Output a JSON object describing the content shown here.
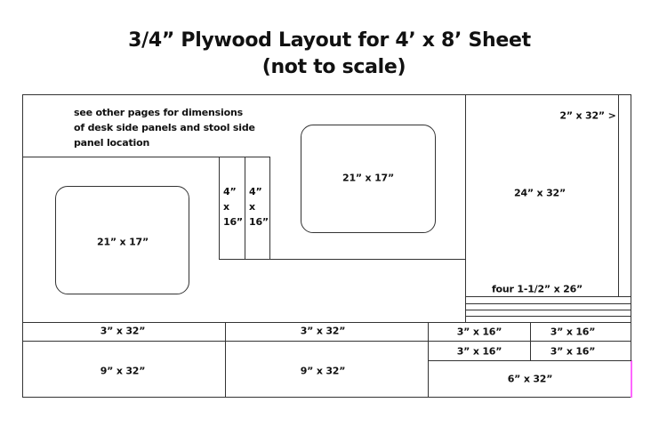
{
  "title": {
    "line1": "3/4” Plywood Layout for 4’ x 8’ Sheet",
    "line2": "(not to scale)"
  },
  "note": {
    "lines": [
      "see other pages for dimensions",
      "of desk side panels and stool side",
      "panel location"
    ]
  },
  "pieces": {
    "seat_left": "21” x  17”",
    "seat_right": "21” x 17”",
    "strip_a": [
      "4”",
      "x",
      "16”"
    ],
    "strip_b": [
      "4”",
      "x",
      "16”"
    ],
    "top_panel": "24” x 32”",
    "narrow_strip": "2” x 32” >",
    "thin_strips": "four 1-1/2” x 26”",
    "row_3x32_a": "3” x  32”",
    "row_3x32_b": "3” x  32”",
    "row_9x32_a": "9” x 32”",
    "row_9x32_b": "9” x 32”",
    "small_3x16_1": "3” x 16”",
    "small_3x16_2": "3” x 16”",
    "small_3x16_3": "3” x 16”",
    "small_3x16_4": "3” x 16”",
    "panel_6x32": "6” x 32”"
  },
  "colors": {
    "line": "#333333",
    "highlight_edge": "#ff66ff"
  }
}
